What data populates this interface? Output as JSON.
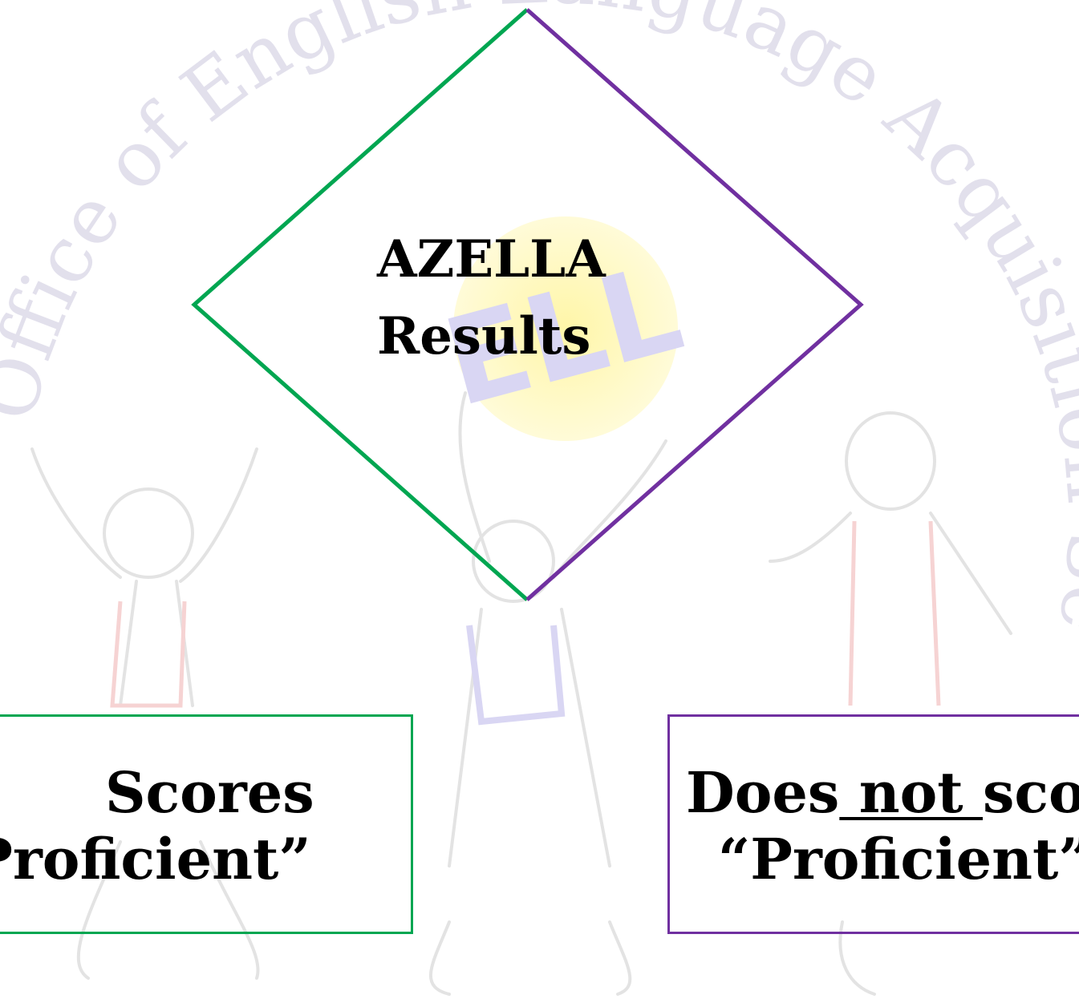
{
  "watermark": {
    "arc_text": "Office of English Language Acquisition Services",
    "logo_text": "ELL"
  },
  "diamond": {
    "title": "AZELLA",
    "subtitle": "Results",
    "left_color": "#00a651",
    "right_color": "#7030a0"
  },
  "left_box": {
    "line1": "Scores",
    "line2": "“Proficient”",
    "border_color": "#00a651"
  },
  "right_box": {
    "line1_prefix": "Does",
    "line1_underlined": " not ",
    "line1_suffix": "score",
    "line2": "“Proficient”",
    "border_color": "#7030a0"
  }
}
